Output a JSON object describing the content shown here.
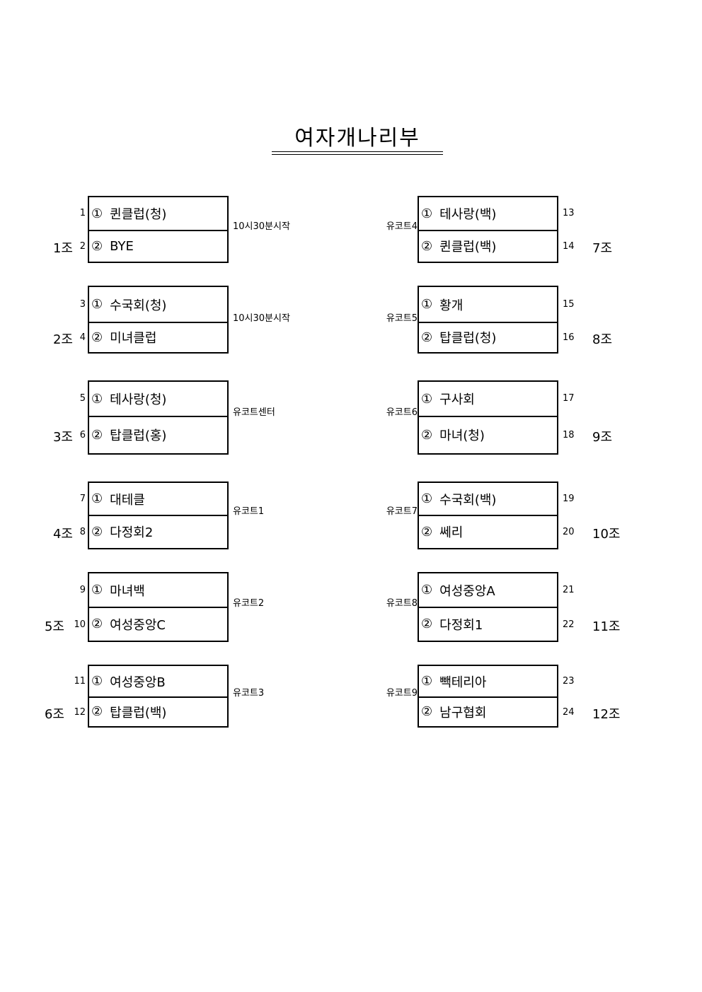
{
  "title": "여자개나리부",
  "marks": [
    "①",
    "②"
  ],
  "left": [
    {
      "group": "1조",
      "nums": [
        "1",
        "2"
      ],
      "teams": [
        "퀸클럽(청)",
        "BYE"
      ],
      "court": "10시30분시작"
    },
    {
      "group": "2조",
      "nums": [
        "3",
        "4"
      ],
      "teams": [
        "수국회(청)",
        "미녀클럽"
      ],
      "court": "10시30분시작"
    },
    {
      "group": "3조",
      "nums": [
        "5",
        "6"
      ],
      "teams": [
        "테사랑(청)",
        "탑클럽(홍)"
      ],
      "court": "유코트센터"
    },
    {
      "group": "4조",
      "nums": [
        "7",
        "8"
      ],
      "teams": [
        "대테클",
        "다정회2"
      ],
      "court": "유코트1"
    },
    {
      "group": "5조",
      "nums": [
        "9",
        "10"
      ],
      "teams": [
        "마녀백",
        "여성중앙C"
      ],
      "court": "유코트2"
    },
    {
      "group": "6조",
      "nums": [
        "11",
        "12"
      ],
      "teams": [
        "여성중앙B",
        "탑클럽(백)"
      ],
      "court": "유코트3"
    }
  ],
  "right": [
    {
      "group": "7조",
      "nums": [
        "13",
        "14"
      ],
      "teams": [
        "테사랑(백)",
        "퀸클럽(백)"
      ],
      "court": "유코트4"
    },
    {
      "group": "8조",
      "nums": [
        "15",
        "16"
      ],
      "teams": [
        "황개",
        "탑클럽(청)"
      ],
      "court": "유코트5"
    },
    {
      "group": "9조",
      "nums": [
        "17",
        "18"
      ],
      "teams": [
        "구사회",
        "마녀(청)"
      ],
      "court": "유코트6"
    },
    {
      "group": "10조",
      "nums": [
        "19",
        "20"
      ],
      "teams": [
        "수국회(백)",
        "쎄리"
      ],
      "court": "유코트7"
    },
    {
      "group": "11조",
      "nums": [
        "21",
        "22"
      ],
      "teams": [
        "여성중앙A",
        "다정회1"
      ],
      "court": "유코트8"
    },
    {
      "group": "12조",
      "nums": [
        "23",
        "24"
      ],
      "teams": [
        "빽테리아",
        "남구협회"
      ],
      "court": "유코트9"
    }
  ]
}
